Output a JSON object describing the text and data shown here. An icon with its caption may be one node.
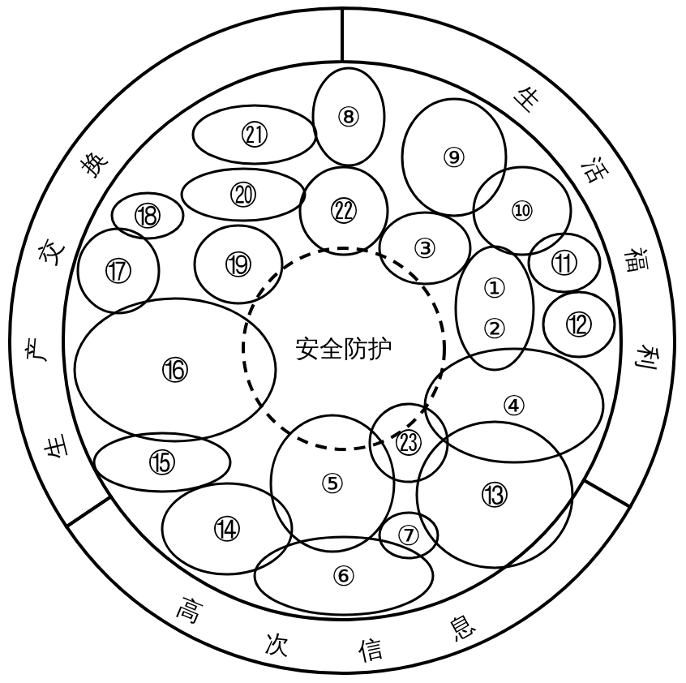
{
  "diagram": {
    "nodes": [
      {
        "text": [
          "生产交换"
        ]
      },
      {
        "text": [
          "生活福利"
        ]
      },
      {
        "text": [
          "高次信息"
        ]
      },
      {
        "text": [
          "安全防护"
        ]
      },
      {
        "text": [
          "①",
          "②"
        ]
      },
      {
        "text": [
          "③"
        ]
      },
      {
        "text": [
          "④"
        ]
      },
      {
        "text": [
          "⑤"
        ]
      },
      {
        "text": [
          "⑥"
        ]
      },
      {
        "text": [
          "⑦"
        ]
      },
      {
        "text": [
          "⑧"
        ]
      },
      {
        "text": [
          "⑨"
        ]
      },
      {
        "text": [
          "⑩"
        ]
      },
      {
        "text": [
          "⑪"
        ]
      },
      {
        "text": [
          "⑫"
        ]
      },
      {
        "text": [
          "⑬"
        ]
      },
      {
        "text": [
          "⑭"
        ]
      },
      {
        "text": [
          "⑮"
        ]
      },
      {
        "text": [
          "⑯"
        ]
      },
      {
        "text": [
          "⑰"
        ]
      },
      {
        "text": [
          "⑱"
        ]
      },
      {
        "text": [
          "⑲"
        ]
      },
      {
        "text": [
          "⑳"
        ]
      },
      {
        "text": [
          "㉑"
        ]
      },
      {
        "text": [
          "㉒"
        ]
      },
      {
        "text": [
          "㉓"
        ]
      }
    ]
  }
}
